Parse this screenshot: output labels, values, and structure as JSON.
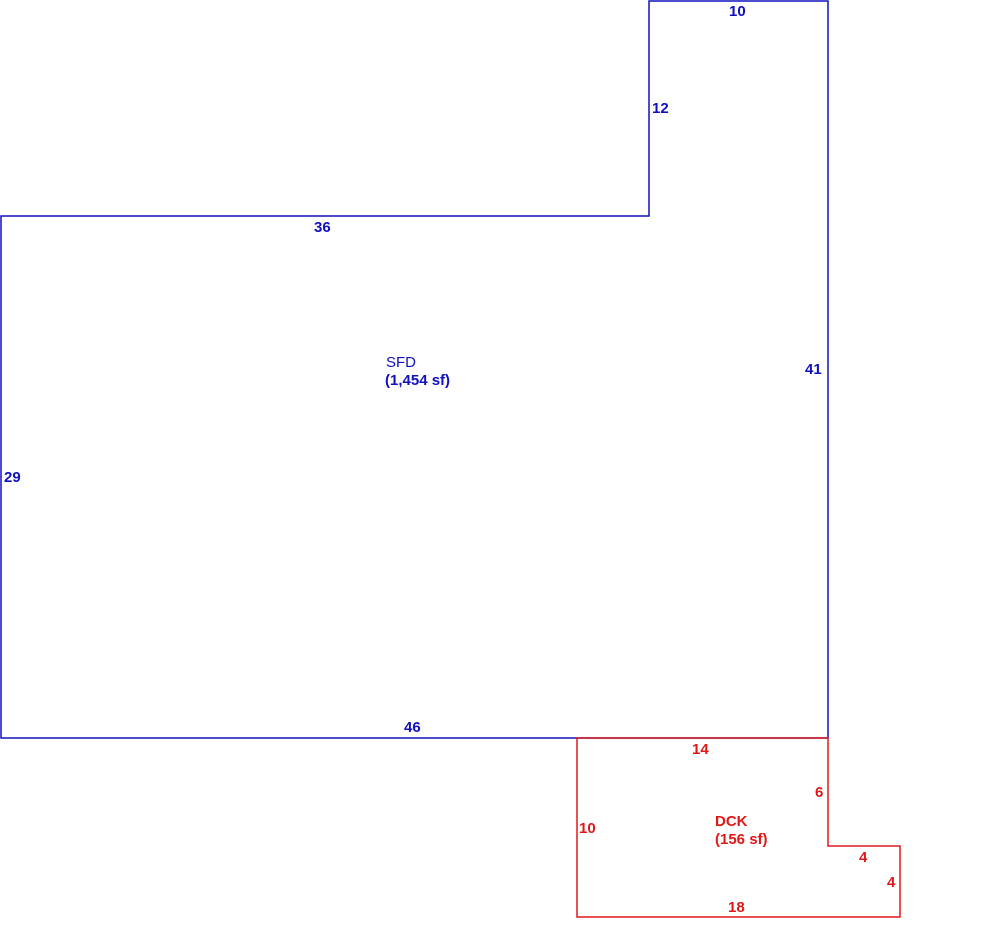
{
  "colors": {
    "house": "#1010c0",
    "deck": "#e01818",
    "background": "#ffffff"
  },
  "house": {
    "name": "SFD",
    "area": "(1,454 sf)",
    "dims": {
      "top_small": "10",
      "notch_side": "12",
      "upper_run": "36",
      "right_side": "41",
      "left_side": "29",
      "bottom": "46"
    }
  },
  "deck": {
    "name": "DCK",
    "area": "(156 sf)",
    "dims": {
      "top": "14",
      "right_upper": "6",
      "step_top": "4",
      "step_side": "4",
      "left": "10",
      "bottom": "18"
    }
  }
}
